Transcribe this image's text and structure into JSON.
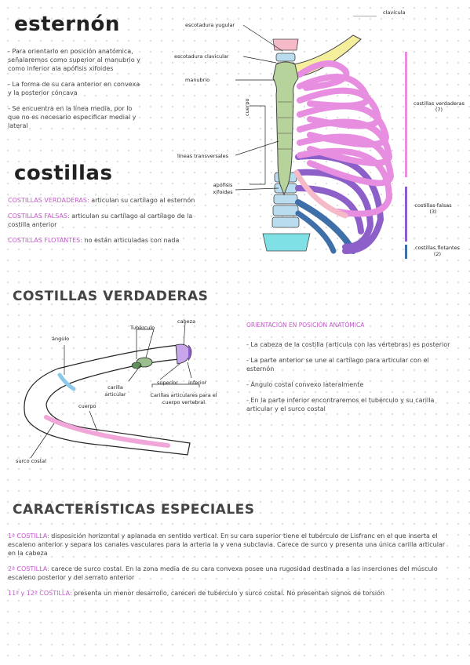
{
  "sternum": {
    "title": "esternón",
    "notes": [
      "- Para orientarlo en posición anatómica, señalaremos como superior al manubrio y como inferior ala apófisis xifoides",
      "- La forma de su cara anterior en convexa y la posterior cóncava",
      "- Se encuentra en la línea media, por lo que no es necesario especificar medial y lateral"
    ]
  },
  "ribs": {
    "title": "costillas",
    "items": [
      {
        "term": "COSTILLAS VERDADERAS:",
        "text": " articulan su cartílago al esternón"
      },
      {
        "term": "COSTILLAS FALSAS:",
        "text": " articulan su cartílago al cartílago de la costilla anterior"
      },
      {
        "term": "COSTILLAS FLOTANTES:",
        "text": " no están articuladas con nada"
      }
    ]
  },
  "thorax_labels": {
    "clavicle": "clavícula",
    "jugular_notch": "escotadura yugular",
    "clavicular_notch": "escotadura clavicular",
    "manubrium": "manubrio",
    "body": "cuerpo",
    "transverse_lines": "líneas transversales",
    "xiphoid": "apófisis xifoides",
    "true_ribs": "costillas verdaderas",
    "true_ribs_count": "(7)",
    "false_ribs": "costillas falsas",
    "false_ribs_count": "(3)",
    "floating_ribs": "costillas flotantes",
    "floating_ribs_count": "(2)"
  },
  "true_ribs_section": {
    "title": "COSTILLAS VERDADERAS",
    "labels": {
      "angle": "ángulo",
      "tubercle": "Tubérculo",
      "head": "cabeza",
      "facet": "carilla articular",
      "superior": "superior",
      "inferior": "inferior",
      "vertebral_facets": "Carillas articulares para el cuerpo vertebral",
      "body": "cuerpo",
      "costal_groove": "surco costal"
    },
    "orientation_title": "ORIENTACIÓN EN POSICIÓN ANATÓMICA",
    "orientation_notes": [
      "- La cabeza de la costilla (articula con las vértebras) es posterior",
      "- La parte anterior se une al cartílago para articular con el esternón",
      "- Ángulo costal convexo lateralmente",
      "- En la parte inferior encontraremos el tubérculo y su carilla articular y el surco costal"
    ]
  },
  "special": {
    "title": "CARACTERÍSTICAS ESPECIALES",
    "items": [
      {
        "term": "1ª COSTILLA:",
        "text": " disposición horizontal y aplanada en sentido vertical. En su cara superior tiene el tubérculo de Lisfranc en el que inserta el escaleno anterior y separa los canales vasculares para la arteria la y vena subclavia. Carece de surco y presenta una única carilla articular en la cabeza"
      },
      {
        "term": "2ª COSTILLA:",
        "text": " carece de surco costal. En la zona media de su cara convexa posee una rugosidad destinada a las inserciones del músculo escaleno posterior y del serrato anterior"
      },
      {
        "term": "11ª y 12ª COSTILLA:",
        "text": " presenta un menor desarrollo, carecen de tubérculo y surco costal. No presentan signos de torsión"
      }
    ]
  },
  "colors": {
    "pink": "#c15ac8",
    "true_rib": "#e88ee0",
    "false_rib": "#8d5fc9",
    "floating_rib": "#3f6fa8",
    "sternum": "#b6d39c",
    "vertebra": "#b9dcef",
    "clavicle": "#f5ee9c"
  }
}
